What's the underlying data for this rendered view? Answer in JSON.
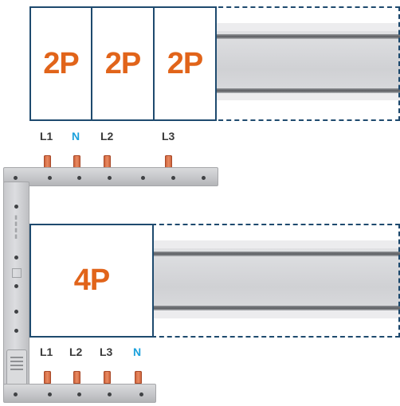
{
  "top_panel": {
    "modules": [
      {
        "label": "2P"
      },
      {
        "label": "2P"
      },
      {
        "label": "2P"
      }
    ],
    "phases": [
      {
        "label": "L1",
        "type": "line"
      },
      {
        "label": "N",
        "type": "neutral"
      },
      {
        "label": "L2",
        "type": "line"
      },
      {
        "label": "L3",
        "type": "line"
      }
    ]
  },
  "bottom_panel": {
    "modules": [
      {
        "label": "4P"
      }
    ],
    "phases": [
      {
        "label": "L1",
        "type": "line"
      },
      {
        "label": "L2",
        "type": "line"
      },
      {
        "label": "L3",
        "type": "line"
      },
      {
        "label": "N",
        "type": "neutral"
      }
    ]
  },
  "colors": {
    "module_label": "#e1641a",
    "module_border": "#1e4a6e",
    "phase_line": "#3a3a3a",
    "phase_neutral": "#1ba1dc",
    "pin": "#d9754c"
  },
  "icons": {
    "busbar_pin": "copper-terminal-icon",
    "mount_hole": "screw-hole-icon"
  }
}
